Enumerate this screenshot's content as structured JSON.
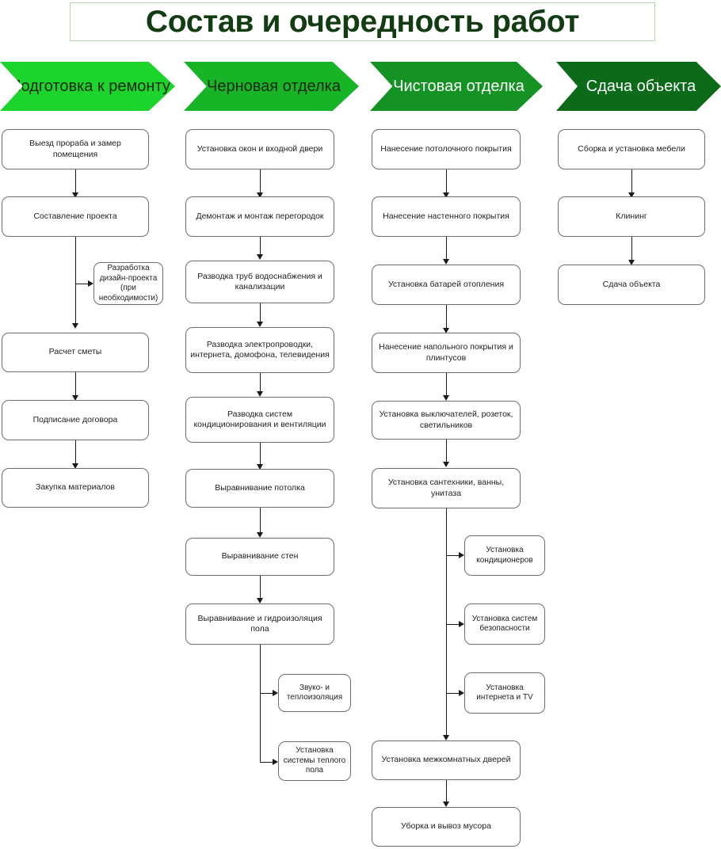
{
  "title": "Состав и очередность работ",
  "headers": [
    {
      "label": "Подготовка к ремонту",
      "color": "#1DD42C",
      "text_color": "#17270F"
    },
    {
      "label": "Черновая отделка",
      "color": "#18B428",
      "text_color": "#17270F"
    },
    {
      "label": "Чистовая отделка",
      "color": "#149224",
      "text_color": "#FFFFFF"
    },
    {
      "label": "Сдача объекта",
      "color": "#0B6B18",
      "text_color": "#FFFFFF"
    }
  ],
  "columns": [
    {
      "name": "Подготовка к ремонту",
      "main": [
        "Выезд прораба и замер помещения",
        "Составление проекта",
        "Расчет сметы",
        "Подписание договора",
        "Закупка материалов"
      ],
      "side": [
        "Разработка дизайн-проекта (при необходимости)"
      ]
    },
    {
      "name": "Черновая отделка",
      "main": [
        "Установка окон и входной двери",
        "Демонтаж и монтаж перегородок",
        "Разводка труб водоснабжения и канализации",
        "Разводка электропроводки, интернета, домофона, телевидения",
        "Разводка систем кондиционирования и вентиляции",
        "Выравнивание потолка",
        "Выравнивание стен",
        "Выравнивание и гидроизоляция пола"
      ],
      "side": [
        "Звуко- и теплоизоляция",
        "Установка системы теплого пола"
      ]
    },
    {
      "name": "Чистовая отделка",
      "main": [
        "Нанесение потолочного покрытия",
        "Нанесение настенного покрытия",
        "Установка батарей отопления",
        "Нанесение напольного покрытия и плинтусов",
        "Установка выключателей, розеток, светильников",
        "Установка сантехники, ванны, унитаза",
        "Установка межкомнатных дверей",
        "Уборка и вывоз мусора"
      ],
      "side": [
        "Установка кондиционеров",
        "Установка систем безопасности",
        "Установка интернета и TV"
      ]
    },
    {
      "name": "Сдача объекта",
      "main": [
        "Сборка и установка мебели",
        "Клининг",
        "Сдача объекта"
      ],
      "side": []
    }
  ]
}
